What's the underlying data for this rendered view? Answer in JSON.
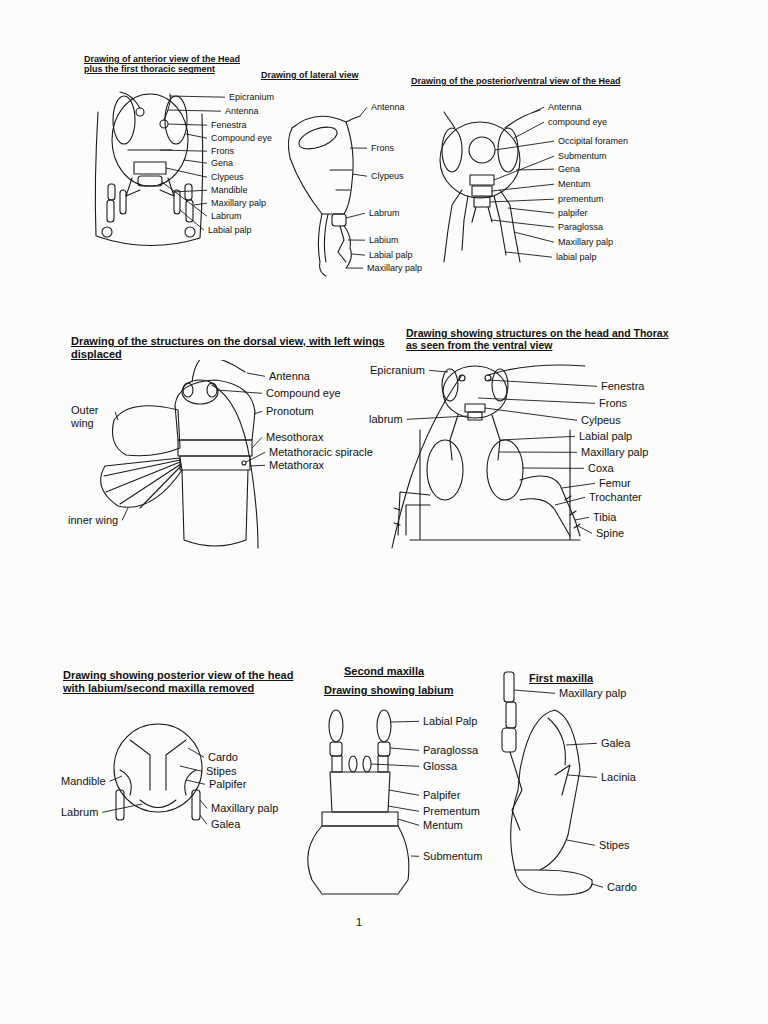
{
  "diagram": {
    "labels": [
      "Drawing of anterior view of the Head plus the first thoracic segment",
      "Epicranium",
      "Antenna",
      "Fenestra",
      "Compound eye",
      "Frons",
      "Gena",
      "Clypeus",
      "Mandible",
      "Maxillary palp",
      "Labrum",
      "Labial palp",
      "Drawing of lateral view",
      "Antenna",
      "Frons",
      "Clypeus",
      "Labrum",
      "Labium",
      "Labial palp",
      "Maxillary palp",
      "Drawing of the posterior/ventral view of the Head",
      "Antenna",
      "compound eye",
      "Occipital foramen",
      "Submentum",
      "Gena",
      "Mentum",
      "prementum",
      "palpifer",
      "Paraglossa",
      "Maxillary palp",
      "labial palp",
      "Drawing of the structures on the dorsal view, with left wings displaced",
      "Antenna",
      "Compound eye",
      "Pronotum",
      "Mesothorax",
      "Metathoracic spiracle",
      "Metathorax",
      "Outer wing",
      "inner wing",
      "Drawing showing structures on the head and Thorax as seen from the ventral view",
      "Epicranium",
      "labrum",
      "Fenestra",
      "Frons",
      "Cylpeus",
      "Labial palp",
      "Maxillary palp",
      "Coxa",
      "Femur",
      "Trochanter",
      "Tibia",
      "Spine",
      "Drawing showing posterior view of the head with labium/second maxilla removed",
      "Cardo",
      "Stipes",
      "Palpifer",
      "Mandible",
      "Labrum",
      "Maxillary palp",
      "Galea",
      "Second maxilla",
      "Drawing showing labium",
      "Labial Palp",
      "Paraglossa",
      "Glossa",
      "Palpifer",
      "Prementum",
      "Mentum",
      "Submentum",
      "First maxilla",
      "Maxillary palp",
      "Galea",
      "Lacinia",
      "Stipes",
      "Cardo",
      "1"
    ]
  }
}
